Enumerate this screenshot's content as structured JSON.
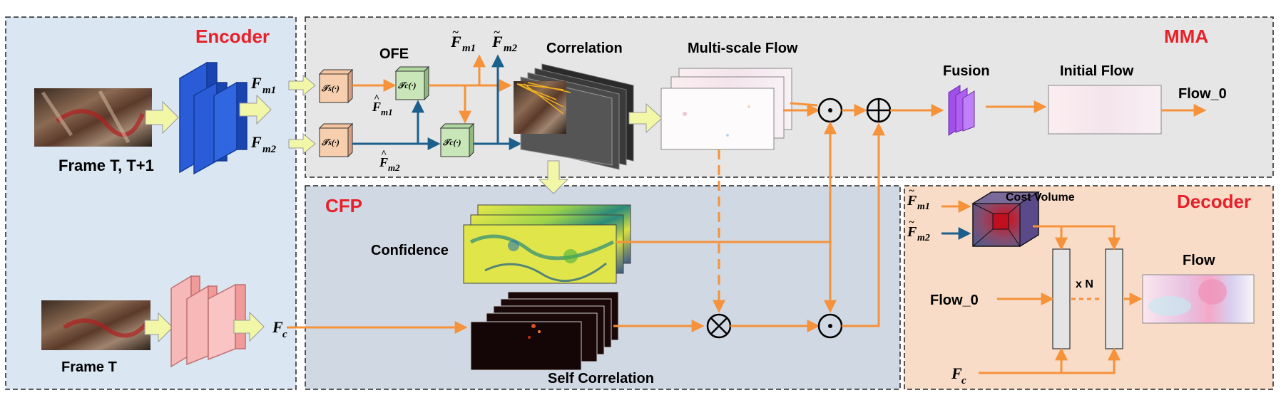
{
  "panels": {
    "encoder": "Encoder",
    "mma": "MMA",
    "cfp": "CFP",
    "decoder": "Decoder"
  },
  "labels": {
    "frame_pair": "Frame T, T+1",
    "frame_single": "Frame T",
    "ofe": "OFE",
    "correlation": "Correlation",
    "multiscale": "Multi-scale Flow",
    "fusion": "Fusion",
    "initial_flow": "Initial Flow",
    "flow0_out": "Flow_0",
    "confidence": "Confidence",
    "self_corr": "Self Correlation",
    "cost_volume": "Cost Volume",
    "flow0_in": "Flow_0",
    "flow_out": "Flow",
    "xn": "x N"
  },
  "math": {
    "F": "F",
    "m1": "m1",
    "m2": "m2",
    "c": "c",
    "ts": "𝒯s(·)",
    "tc": "𝒯c(·)",
    "tilde": "~",
    "hat": "^"
  },
  "colors": {
    "encoder_bg": "#dae6f2",
    "mma_bg": "#e6e6e6",
    "cfp_bg": "#d0d8e4",
    "decoder_bg": "#f8dcc8",
    "orange": "#f5923a",
    "dark_blue": "#1d5f8c",
    "red_label": "#e8202a",
    "yellow_arrow": "#f2f7a8"
  }
}
